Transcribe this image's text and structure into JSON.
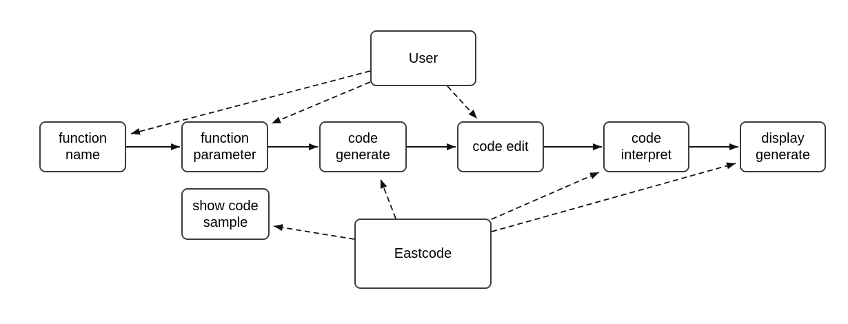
{
  "diagram": {
    "title": "",
    "nodes": {
      "user": {
        "label": "User"
      },
      "function_name": {
        "label": "function name"
      },
      "function_parameter": {
        "label": "function parameter"
      },
      "code_generate": {
        "label": "code generate"
      },
      "code_edit": {
        "label": "code edit"
      },
      "code_interpret": {
        "label": "code interpret"
      },
      "display_generate": {
        "label": "display generate"
      },
      "show_code_sample": {
        "label": "show code sample"
      },
      "eastcode": {
        "label": "Eastcode"
      }
    },
    "edges": [
      {
        "from": "function name",
        "to": "function parameter",
        "style": "solid",
        "arrow": "forward"
      },
      {
        "from": "function parameter",
        "to": "code generate",
        "style": "solid",
        "arrow": "forward"
      },
      {
        "from": "code generate",
        "to": "code edit",
        "style": "solid",
        "arrow": "forward"
      },
      {
        "from": "code edit",
        "to": "code interpret",
        "style": "solid",
        "arrow": "forward"
      },
      {
        "from": "code interpret",
        "to": "display generate",
        "style": "solid",
        "arrow": "forward"
      },
      {
        "from": "User",
        "to": "function name",
        "style": "dashed",
        "arrow": "forward"
      },
      {
        "from": "User",
        "to": "function parameter",
        "style": "dashed",
        "arrow": "forward"
      },
      {
        "from": "User",
        "to": "code edit",
        "style": "dashed",
        "arrow": "forward"
      },
      {
        "from": "Eastcode",
        "to": "code generate",
        "style": "dashed",
        "arrow": "forward"
      },
      {
        "from": "Eastcode",
        "to": "show code sample",
        "style": "dashed",
        "arrow": "forward"
      },
      {
        "from": "Eastcode",
        "to": "code interpret",
        "style": "dashed",
        "arrow": "forward"
      },
      {
        "from": "Eastcode",
        "to": "display generate",
        "style": "dashed",
        "arrow": "forward"
      }
    ],
    "colors": {
      "background": "#ffffff",
      "node_fill": "#ffffff",
      "node_border": "#3c3c3c",
      "edge": "#111111",
      "text": "#000000"
    }
  }
}
